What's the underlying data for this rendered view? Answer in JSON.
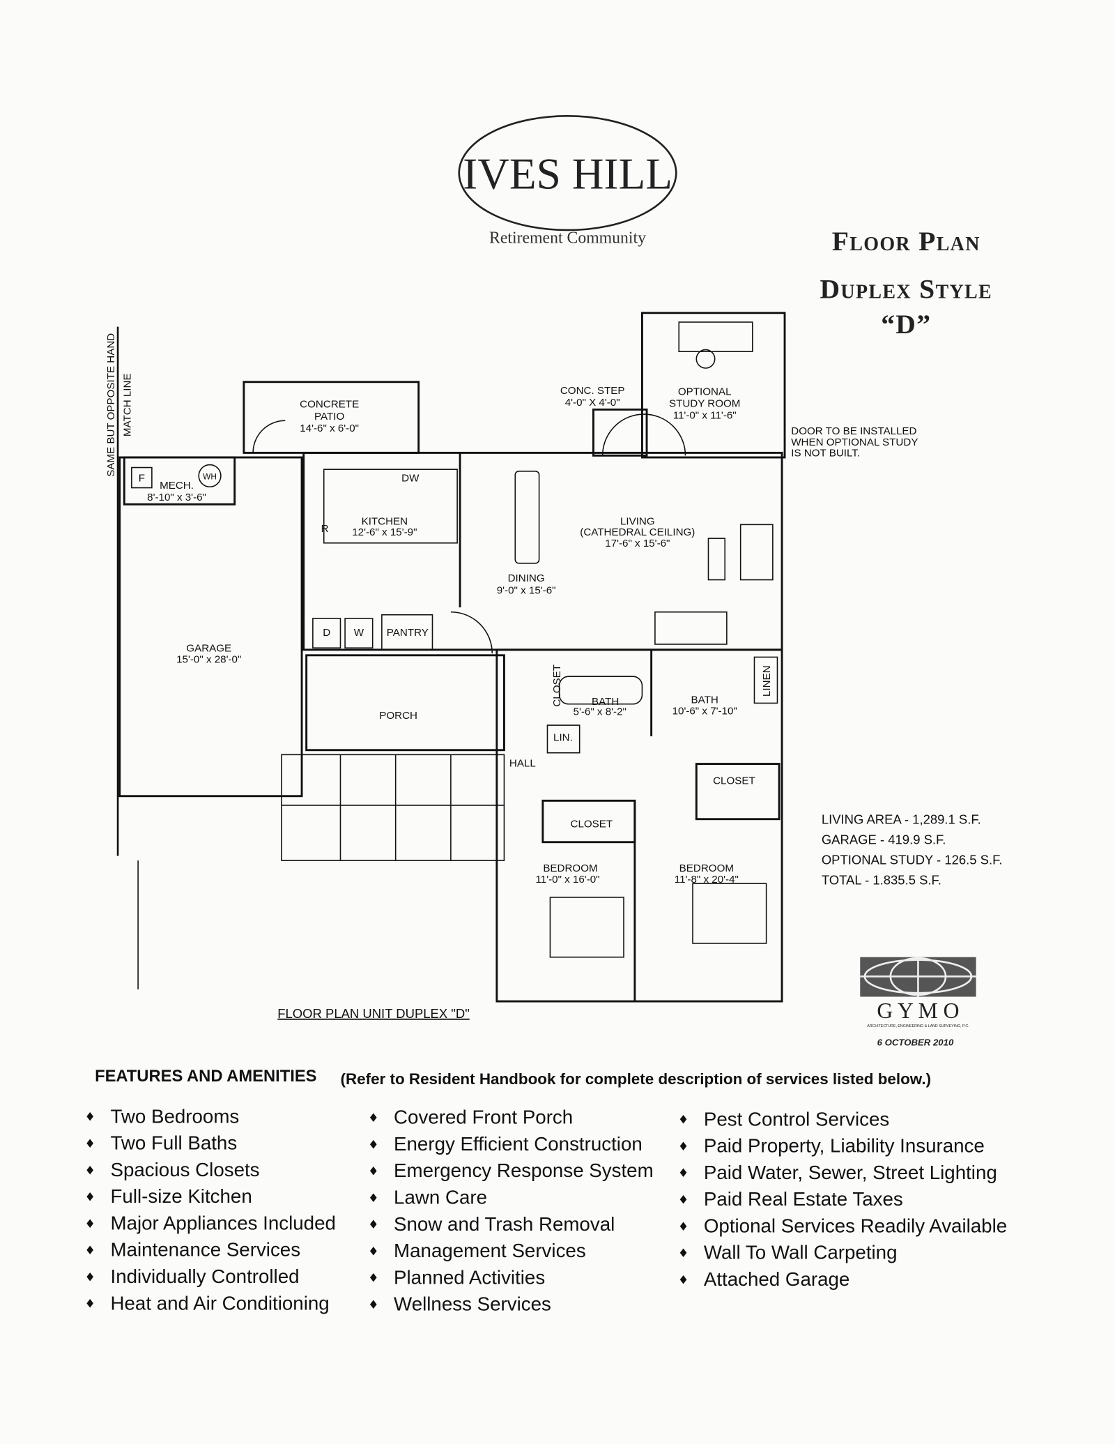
{
  "logo": {
    "name": "IVES HILL",
    "subtitle": "Retirement Community"
  },
  "heading": {
    "line1": "Floor Plan",
    "line2": "Duplex Style",
    "line3": "“D”"
  },
  "match_line": {
    "line1": "SAME BUT OPPOSITE HAND",
    "line2": "MATCH LINE"
  },
  "rooms": {
    "patio": {
      "name1": "CONCRETE",
      "name2": "PATIO",
      "size": "14'-6\" x 6'-0\""
    },
    "step": {
      "name": "CONC. STEP",
      "size": "4'-0\" X 4'-0\""
    },
    "study": {
      "name1": "OPTIONAL",
      "name2": "STUDY ROOM",
      "size": "11'-0\" x 11'-6\""
    },
    "door_note": {
      "line1": "DOOR TO BE INSTALLED",
      "line2": "WHEN OPTIONAL STUDY",
      "line3": "IS NOT BUILT."
    },
    "mech": {
      "name": "MECH.",
      "size": "8'-10\" x 3'-6\"",
      "f": "F",
      "wh": "WH"
    },
    "kitchen": {
      "name": "KITCHEN",
      "size": "12'-6\" x 15'-9\"",
      "dw": "DW",
      "r": "R"
    },
    "living": {
      "name1": "LIVING",
      "name2": "(CATHEDRAL CEILING)",
      "size": "17'-6\" x 15'-6\""
    },
    "dining": {
      "name": "DINING",
      "size": "9'-0\" x 15'-6\""
    },
    "laundry": {
      "d": "D",
      "w": "W",
      "pantry": "PANTRY"
    },
    "garage": {
      "name": "GARAGE",
      "size": "15'-0\" x 28'-0\""
    },
    "porch": {
      "name": "PORCH"
    },
    "hall": {
      "name": "HALL"
    },
    "closet_hall": {
      "name": "CLOSET"
    },
    "lin": {
      "name": "LIN."
    },
    "bath1": {
      "name": "BATH",
      "size": "5'-6\" x 8'-2\""
    },
    "bath2": {
      "name": "BATH",
      "size": "10'-6\" x 7'-10\""
    },
    "linen": {
      "name": "LINEN"
    },
    "closet2": {
      "name": "CLOSET"
    },
    "closet1": {
      "name": "CLOSET"
    },
    "bedroom1": {
      "name": "BEDROOM",
      "size": "11'-0\" x 16'-0\""
    },
    "bedroom2": {
      "name": "BEDROOM",
      "size": "11'-8\" x 20'-4\""
    }
  },
  "plan_caption": "FLOOR PLAN UNIT DUPLEX \"D\"",
  "areas": [
    "LIVING AREA  -  1,289.1 S.F.",
    "GARAGE  -  419.9 S.F.",
    "OPTIONAL STUDY  -  126.5 S.F.",
    "TOTAL  -  1.835.5 S.F."
  ],
  "architect": {
    "name": "G Y M O",
    "tagline": "ARCHITECTURE, ENGINEERING & LAND SURVEYING, P.C.",
    "date": "6 OCTOBER 2010"
  },
  "features": {
    "title": "FEATURES AND AMENITIES",
    "note": "(Refer to Resident Handbook for complete description of services listed below.)",
    "bullet": "♦",
    "col1": [
      "Two Bedrooms",
      "Two Full Baths",
      "Spacious Closets",
      "Full-size Kitchen",
      "Major Appliances Included",
      "Maintenance Services",
      "Individually Controlled",
      "Heat and Air Conditioning"
    ],
    "col2": [
      "Covered Front Porch",
      "Energy Efficient Construction",
      "Emergency Response System",
      "Lawn Care",
      "Snow and Trash Removal",
      "Management Services",
      "Planned Activities",
      "Wellness Services"
    ],
    "col3": [
      "Pest Control Services",
      "Paid Property, Liability Insurance",
      "Paid Water, Sewer, Street Lighting",
      "Paid Real Estate Taxes",
      "Optional Services Readily Available",
      "Wall To Wall Carpeting",
      "Attached Garage"
    ]
  }
}
